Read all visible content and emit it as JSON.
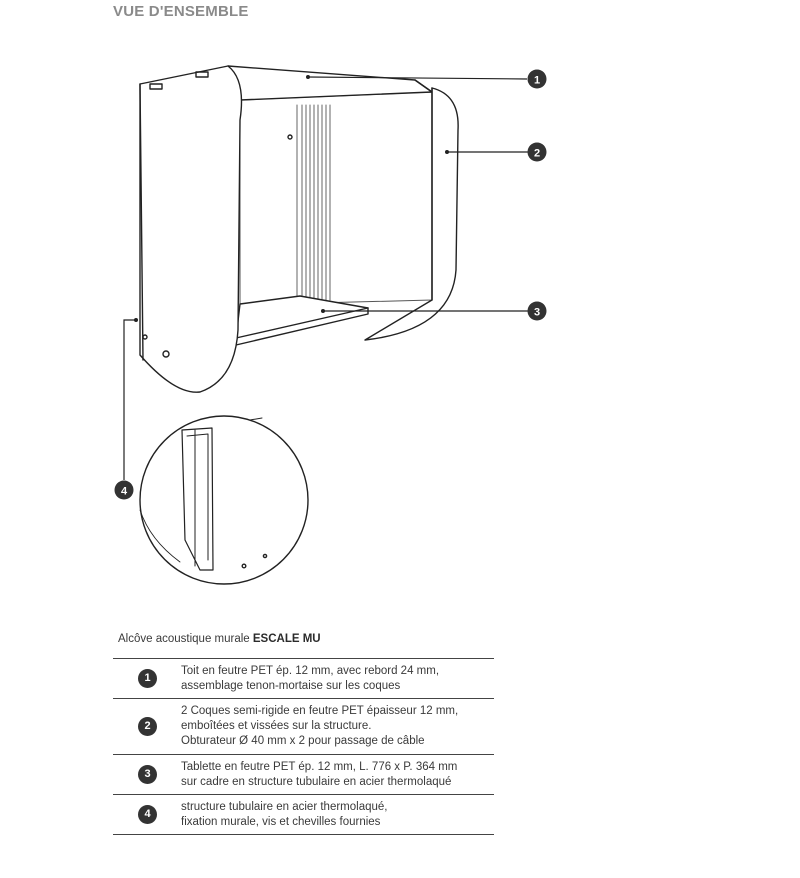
{
  "heading": "VUE D'ENSEMBLE",
  "callouts": [
    "1",
    "2",
    "3",
    "4"
  ],
  "caption": {
    "prefix": "Alcôve acoustique murale ",
    "product": "ESCALE MU"
  },
  "specs": [
    {
      "number": "1",
      "lines": [
        "Toit en feutre PET ép. 12 mm, avec rebord 24 mm,",
        "assemblage tenon-mortaise sur les coques"
      ]
    },
    {
      "number": "2",
      "lines": [
        "2 Coques semi-rigide en feutre PET épaisseur 12 mm,",
        "emboîtées et vissées sur la structure.",
        "Obturateur Ø 40 mm  x 2 pour passage de câble"
      ]
    },
    {
      "number": "3",
      "lines": [
        "Tablette en feutre PET ép. 12 mm, L. 776 x P. 364 mm",
        "sur cadre  en structure tubulaire en acier thermolaqué"
      ]
    },
    {
      "number": "4",
      "lines": [
        "structure tubulaire en acier thermolaqué,",
        " fixation murale, vis et chevilles fournies"
      ]
    }
  ]
}
